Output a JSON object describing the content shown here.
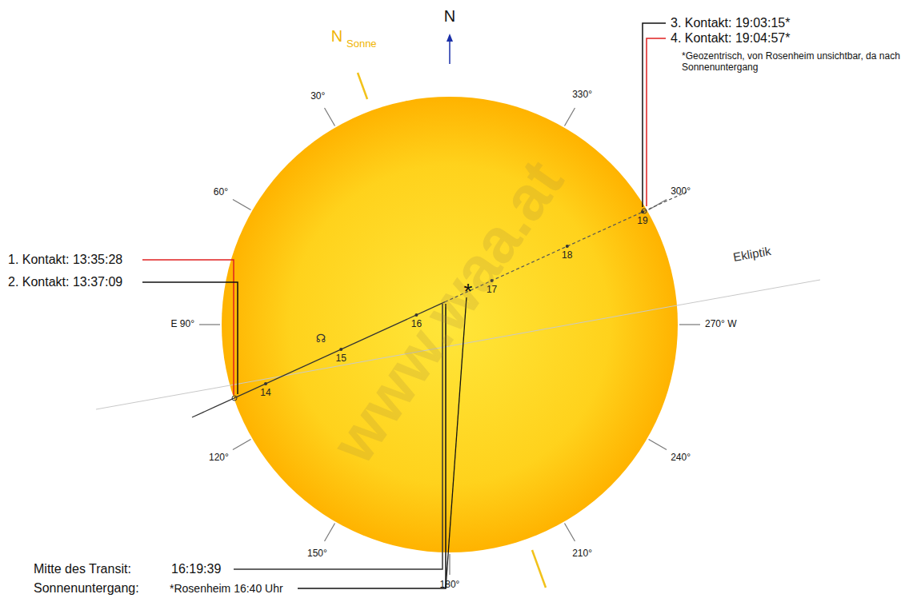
{
  "diagram": {
    "labels": [
      "N",
      "N",
      "Sonne",
      "30°",
      "330°",
      "60°",
      "300°",
      "E 90°",
      "270° W",
      "120°",
      "240°",
      "150°",
      "210°",
      "180°",
      "3. Kontakt: 19:03:15*",
      "4. Kontakt: 19:04:57*",
      "*Geozentrisch, von Rosenheim unsichtbar, da nach Sonnenuntergang",
      "Ekliptik",
      "1. Kontakt: 13:35:28",
      "2. Kontakt: 13:37:09",
      "14",
      "15",
      "16",
      "17",
      "18",
      "19",
      "☊",
      "*",
      "Mitte des Transit:",
      "16:19:39",
      "Sonnenuntergang:",
      "*Rosenheim 16:40 Uhr",
      "www.waa.at"
    ]
  }
}
